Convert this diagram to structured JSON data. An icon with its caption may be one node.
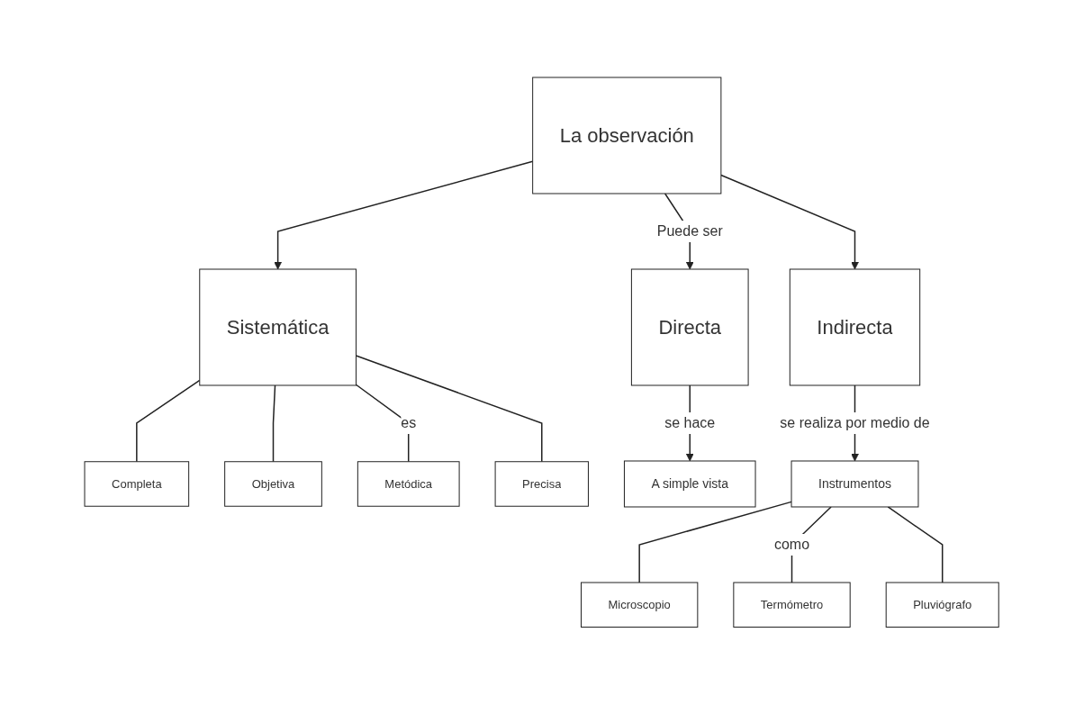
{
  "diagram": {
    "nodes": [
      {
        "text": [
          "La observación"
        ]
      },
      {
        "text": [
          "Sistemática"
        ]
      },
      {
        "text": [
          "Directa"
        ]
      },
      {
        "text": [
          "Indirecta"
        ]
      },
      {
        "text": [
          "Completa"
        ]
      },
      {
        "text": [
          "Objetiva"
        ]
      },
      {
        "text": [
          "Metódica"
        ]
      },
      {
        "text": [
          "Precisa"
        ]
      },
      {
        "text": [
          "A simple vista"
        ]
      },
      {
        "text": [
          "Instrumentos"
        ]
      },
      {
        "text": [
          "Microscopio"
        ]
      },
      {
        "text": [
          "Termómetro"
        ]
      },
      {
        "text": [
          "Pluviógrafo"
        ]
      }
    ],
    "edges": [
      {
        "from": 0,
        "to": 1,
        "arrow": "to"
      },
      {
        "from": 0,
        "to": 2,
        "arrow": "to",
        "label": "Puede ser"
      },
      {
        "from": 0,
        "to": 3,
        "arrow": "to"
      },
      {
        "from": 1,
        "to": 4,
        "arrow": "none"
      },
      {
        "from": 1,
        "to": 5,
        "arrow": "none"
      },
      {
        "from": 1,
        "to": 6,
        "arrow": "none",
        "label": "es"
      },
      {
        "from": 1,
        "to": 7,
        "arrow": "none"
      },
      {
        "from": 2,
        "to": 8,
        "arrow": "to",
        "label": "se hace"
      },
      {
        "from": 3,
        "to": 9,
        "arrow": "to",
        "label": "se realiza por medio de"
      },
      {
        "from": 9,
        "to": 10,
        "arrow": "none"
      },
      {
        "from": 9,
        "to": 11,
        "arrow": "none",
        "label": "como"
      },
      {
        "from": 9,
        "to": 12,
        "arrow": "none"
      }
    ]
  }
}
